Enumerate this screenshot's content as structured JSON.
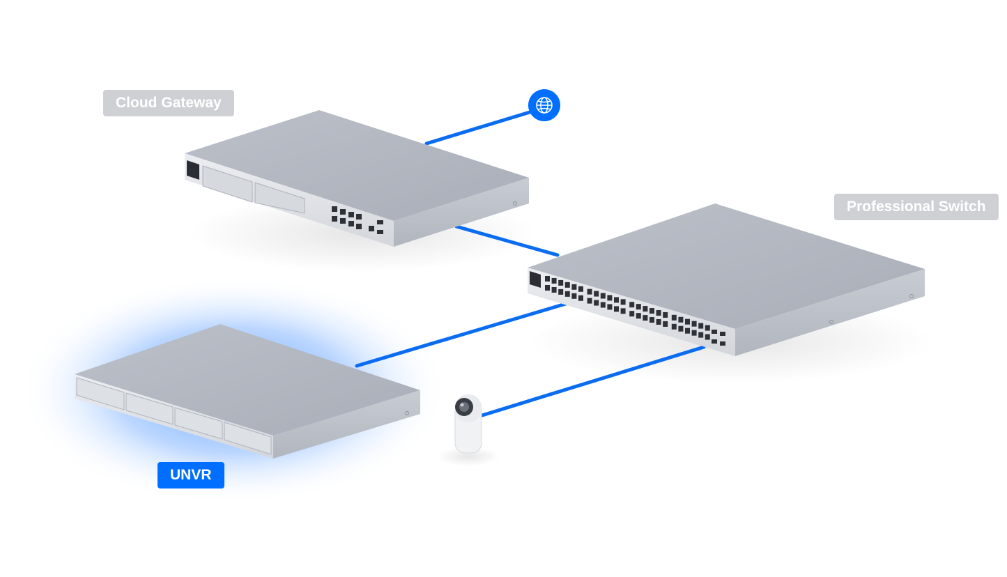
{
  "labels": {
    "cloud_gateway": "Cloud Gateway",
    "professional_switch": "Professional Switch",
    "unvr": "UNVR"
  },
  "icons": {
    "internet": "globe-icon",
    "camera": "camera-icon"
  },
  "colors": {
    "link": "#0a6cf0",
    "accent": "#006fff",
    "label_gray": "#cfd0d4",
    "device_top": "#b8bcc5",
    "device_front": "#e2e4e8"
  }
}
